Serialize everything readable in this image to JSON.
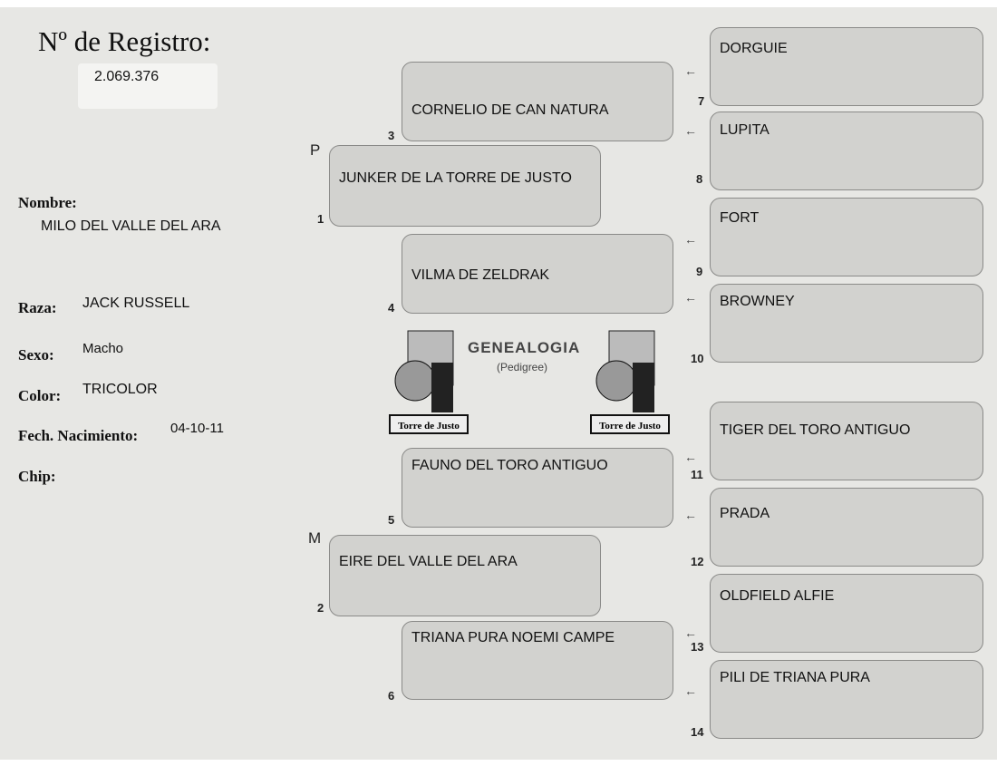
{
  "header": {
    "title": "Nº de Registro:",
    "registro": "2.069.376"
  },
  "dog": {
    "nombre_label": "Nombre:",
    "nombre": "MILO DEL VALLE DEL ARA",
    "raza_label": "Raza:",
    "raza": "JACK RUSSELL",
    "sexo_label": "Sexo:",
    "sexo": "Macho",
    "color_label": "Color:",
    "color": "TRICOLOR",
    "nacimiento_label": "Fech. Nacimiento:",
    "nacimiento": "04-10-11",
    "chip_label": "Chip:",
    "chip": ""
  },
  "logo": {
    "title": "GENEALOGIA",
    "subtitle": "(Pedigree)",
    "brand": "Torre de Justo"
  },
  "pedigree": {
    "p_label": "P",
    "m_label": "M",
    "a1": {
      "num": "1",
      "name": "JUNKER DE LA TORRE DE JUSTO"
    },
    "a2": {
      "num": "2",
      "name": "EIRE DEL VALLE DEL ARA"
    },
    "a3": {
      "num": "3",
      "name": "CORNELIO DE CAN NATURA"
    },
    "a4": {
      "num": "4",
      "name": "VILMA DE ZELDRAK"
    },
    "a5": {
      "num": "5",
      "name": "FAUNO DEL TORO ANTIGUO"
    },
    "a6": {
      "num": "6",
      "name": "TRIANA PURA  NOEMI CAMPE"
    },
    "a7": {
      "num": "7",
      "name": "DORGUIE"
    },
    "a8": {
      "num": "8",
      "name": "LUPITA"
    },
    "a9": {
      "num": "9",
      "name": "FORT"
    },
    "a10": {
      "num": "10",
      "name": "BROWNEY"
    },
    "a11": {
      "num": "11",
      "name": "TIGER DEL TORO ANTIGUO"
    },
    "a12": {
      "num": "12",
      "name": "PRADA"
    },
    "a13": {
      "num": "13",
      "name": "OLDFIELD ALFIE"
    },
    "a14": {
      "num": "14",
      "name": "PILI DE TRIANA PURA"
    }
  }
}
